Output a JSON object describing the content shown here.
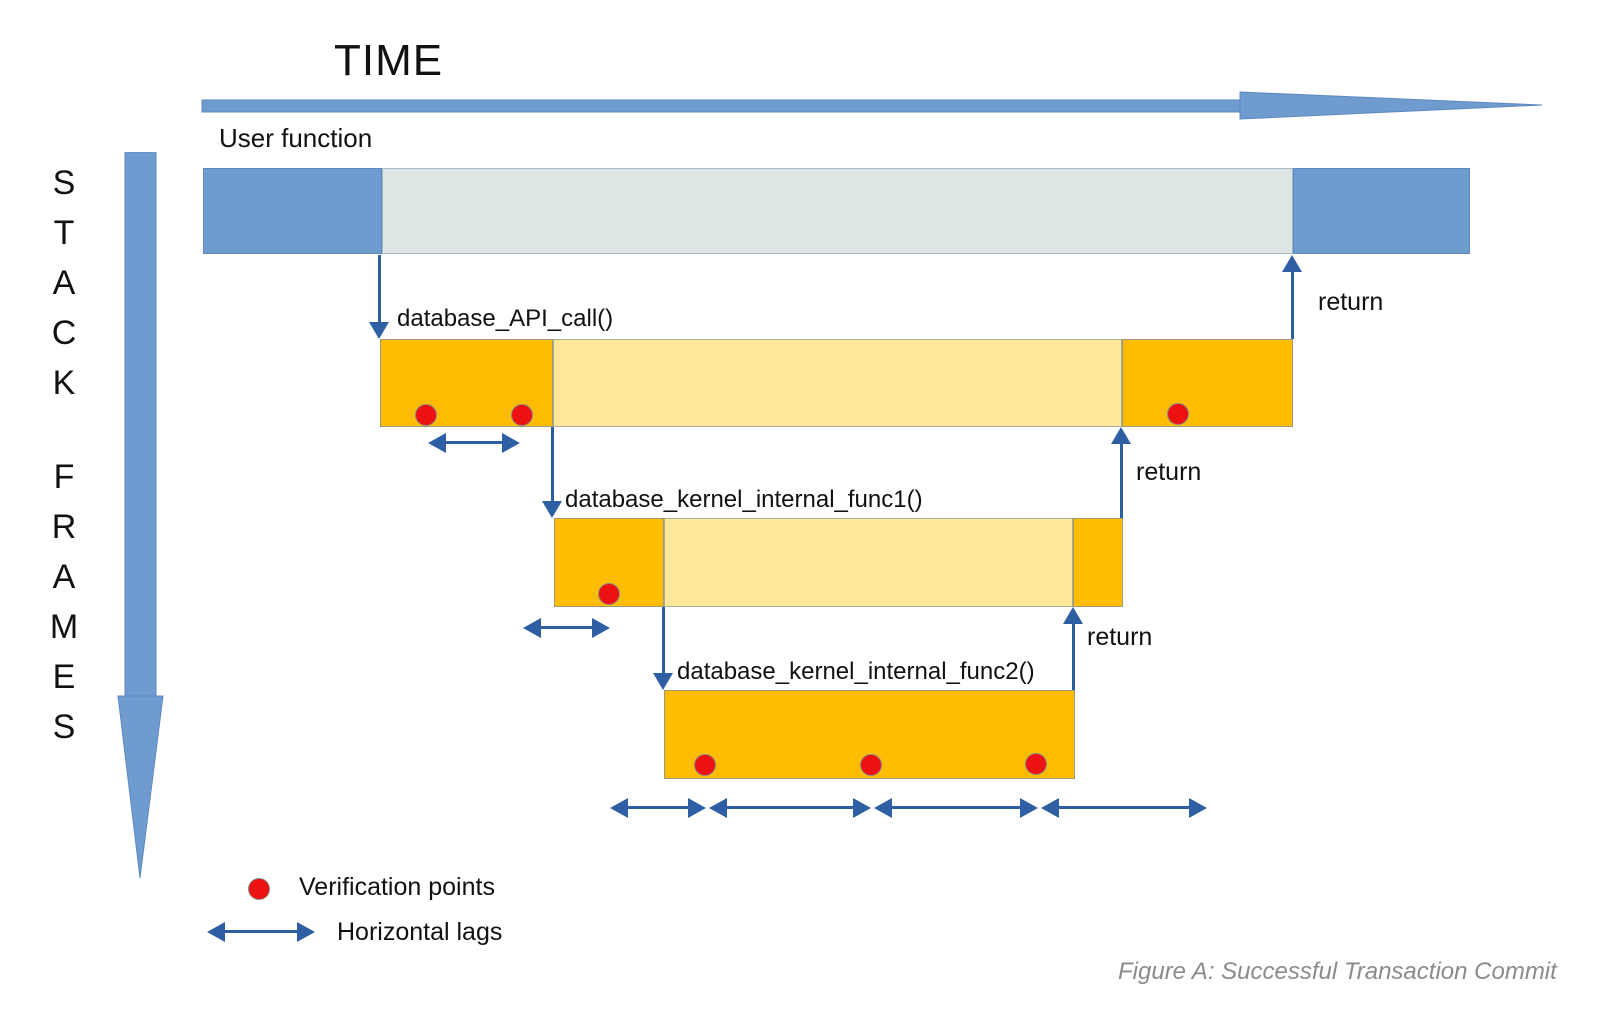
{
  "colors": {
    "bar-blue": "#6f9bcf",
    "bar-blue-border": "#5d89c0",
    "bar-gray": "#dde6e4",
    "bar-gray-border": "#a4bcc4",
    "orange": "#ffbc00",
    "orange-border": "#9a9a7a",
    "yellow": "#ffe699",
    "yellow-border": "#a9ad96",
    "arrow": "#2e5fa3",
    "red": "#ee1111",
    "text": "#111111",
    "caption": "#8b8b8b"
  },
  "axes": {
    "time_label": "TIME",
    "stack_word_1": "STACK",
    "stack_word_2": "FRAMES"
  },
  "frames": {
    "user_function_label": "User function",
    "api_call_label": "database_API_call()",
    "kernel_func1_label": "database_kernel_internal_func1()",
    "kernel_func2_label": "database_kernel_internal_func2()",
    "return_label": "return"
  },
  "legend": {
    "verification_points": "Verification points",
    "horizontal_lags": "Horizontal lags"
  },
  "caption": "Figure A: Successful Transaction Commit"
}
